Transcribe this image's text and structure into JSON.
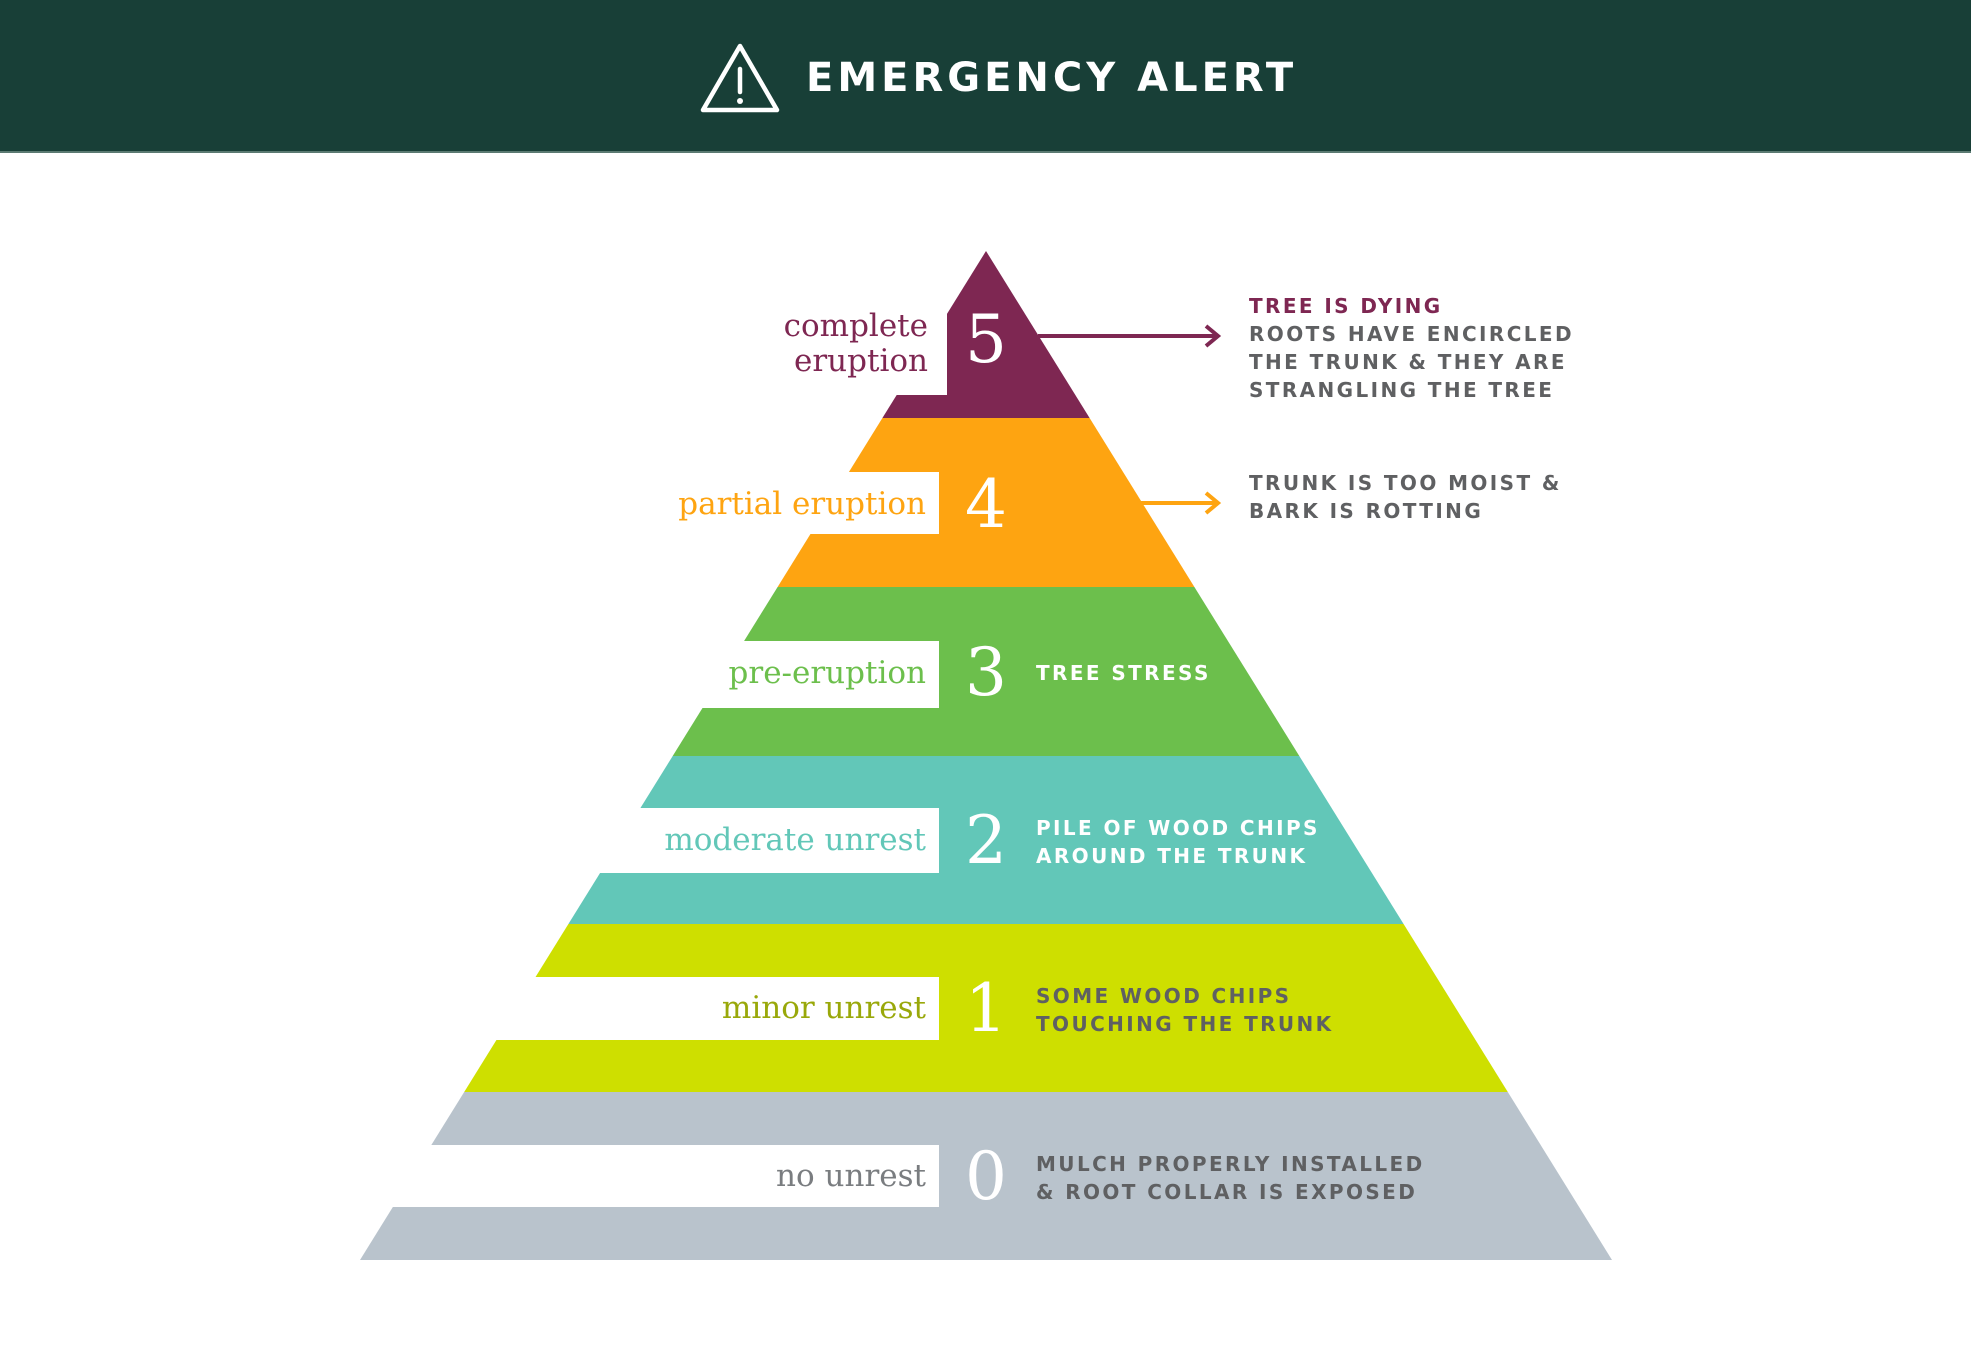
{
  "header": {
    "icon": "warning-triangle-icon",
    "title": "EMERGENCY ALERT",
    "background": "#183f37"
  },
  "levels": [
    {
      "number": "5",
      "label_line1": "complete",
      "label_line2": "eruption",
      "color": "#7e2752",
      "has_arrow": true,
      "description": {
        "headline": "TREE IS DYING",
        "lines": [
          "ROOTS HAVE ENCIRCLED",
          "THE TRUNK & THEY ARE",
          "STRANGLING THE TREE"
        ]
      }
    },
    {
      "number": "4",
      "label": "partial eruption",
      "color": "#fea411",
      "has_arrow": true,
      "description": {
        "lines": [
          "TRUNK IS TOO MOIST &",
          "BARK IS ROTTING"
        ]
      }
    },
    {
      "number": "3",
      "label": "pre-eruption",
      "color": "#6cbf4c",
      "has_arrow": false,
      "description": {
        "lines": [
          "TREE STRESS"
        ]
      }
    },
    {
      "number": "2",
      "label": "moderate unrest",
      "color": "#62c7b8",
      "has_arrow": false,
      "description": {
        "lines": [
          "PILE OF WOOD CHIPS",
          "AROUND THE TRUNK"
        ]
      }
    },
    {
      "number": "1",
      "label": "minor unrest",
      "color": "#cedf00",
      "label_color": "#99a80a",
      "has_arrow": false,
      "description": {
        "lines": [
          "SOME WOOD CHIPS",
          "TOUCHING THE TRUNK"
        ]
      }
    },
    {
      "number": "0",
      "label": "no unrest",
      "color": "#b9c3cc",
      "label_color": "#7a7d80",
      "has_arrow": false,
      "description": {
        "lines": [
          "MULCH PROPERLY INSTALLED",
          "& ROOT COLLAR IS EXPOSED"
        ]
      }
    }
  ]
}
